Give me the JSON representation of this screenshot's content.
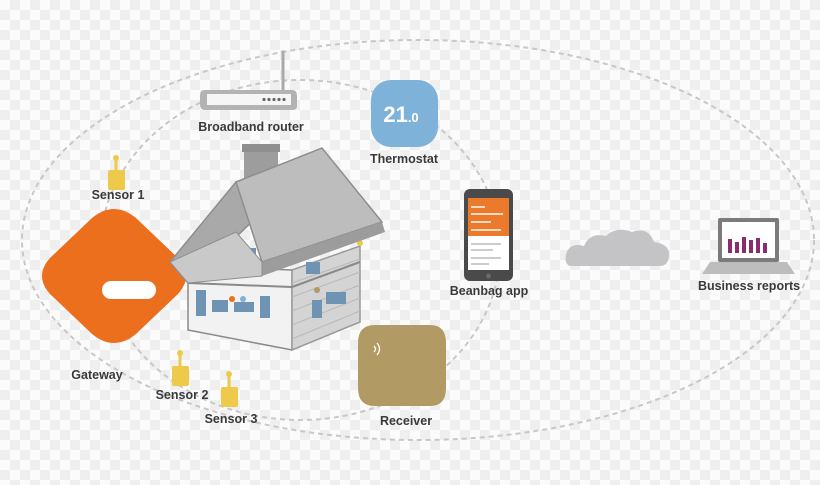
{
  "labels": {
    "router": "Broadband router",
    "thermostat": "Thermostat",
    "sensor1": "Sensor 1",
    "gateway": "Gateway",
    "sensor2": "Sensor 2",
    "sensor3": "Sensor 3",
    "receiver": "Receiver",
    "app": "Beanbag app",
    "reports": "Business reports"
  },
  "thermostat_reading": {
    "whole": "21",
    "decimal": ".0"
  },
  "colors": {
    "gateway": "#ec6f1e",
    "sensor": "#eec94a",
    "thermostat": "#7fb2d9",
    "receiver": "#b19a63",
    "cloud": "#c4c4c6",
    "report_bars": "#8a2d6e",
    "router": "#b3b3b3",
    "dashed_line": "#c8c8c8"
  },
  "icons": {
    "router": "broadband-router-icon",
    "thermostat": "thermostat-icon",
    "sensor": "sensor-icon",
    "gateway": "gateway-icon",
    "receiver": "receiver-icon",
    "phone": "smartphone-icon",
    "cloud": "cloud-icon",
    "laptop": "laptop-icon",
    "house": "house-icon"
  }
}
